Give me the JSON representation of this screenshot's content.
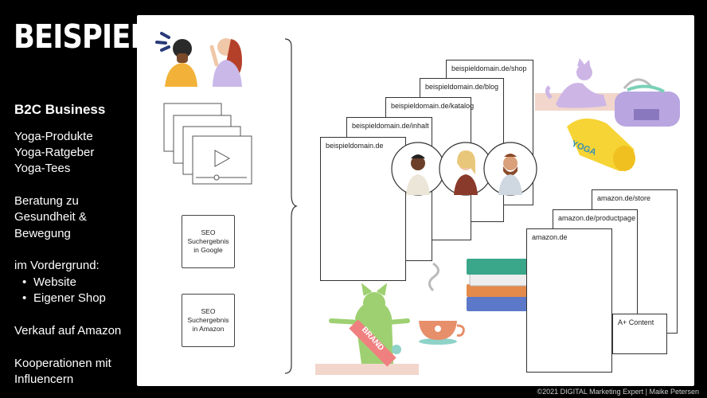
{
  "sidebar": {
    "title": "BEISPIEL",
    "heading": "B2C Business",
    "products": [
      "Yoga-Produkte",
      "Yoga-Ratgeber",
      "Yoga-Tees"
    ],
    "advice": [
      "Beratung zu",
      "Gesundheit &",
      "Bewegung"
    ],
    "foreground_label": "im Vordergrund:",
    "foreground_items": [
      "Website",
      "Eigener Shop"
    ],
    "amazon_sale": "Verkauf auf Amazon",
    "cooperation": [
      "Kooperationen mit",
      "Influencern"
    ]
  },
  "diagram": {
    "seo_google": "SEO\nSuchergebnis\nin Google",
    "seo_amazon": "SEO\nSuchergebnis\nin Amazon",
    "domain_pages": [
      "beispieldomain.de/shop",
      "beispieldomain.de/blog",
      "beispieldomain.de/katalog",
      "beispieldomain.de/inhalt",
      "beispieldomain.de"
    ],
    "amazon_pages": [
      "amazon.de/store",
      "amazon.de/productpage",
      "amazon.de"
    ],
    "aplus_content": "A+ Content",
    "brand_label": "BRAND",
    "yoga_label": "YOGA"
  },
  "footer": "©2021 DIGITAL Marketing Expert | Maike Petersen"
}
